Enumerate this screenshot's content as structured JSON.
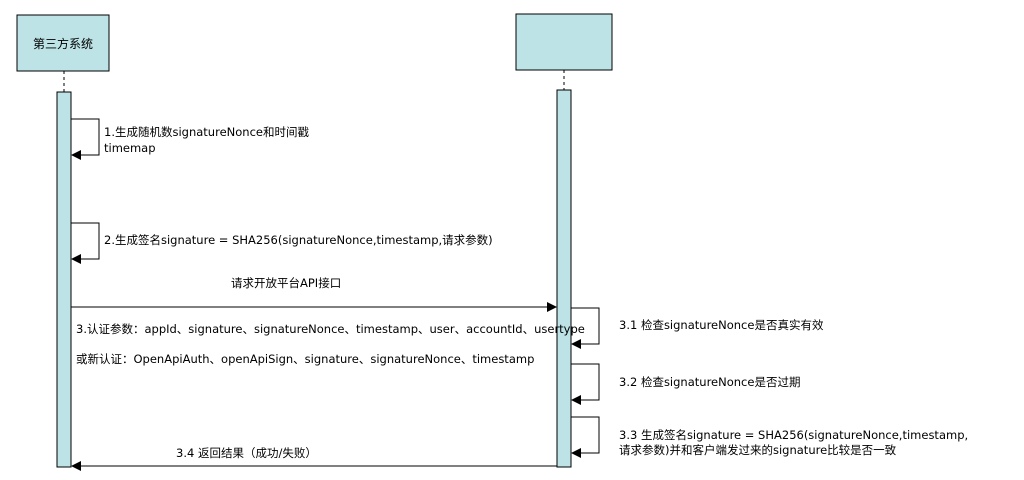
{
  "participants": [
    {
      "name": "第三方系统"
    },
    {
      "name": ""
    }
  ],
  "colors": {
    "box_fill": "#bde3e6",
    "activation_fill": "#bde3e6",
    "stroke": "#000000"
  },
  "messages": [
    {
      "id": "m1",
      "type": "self",
      "lines": [
        "1.生成随机数signatureNonce和时间戳",
        "timemap"
      ]
    },
    {
      "id": "m2",
      "type": "self",
      "lines": [
        "2.生成签名signature = SHA256(signatureNonce,timestamp,请求参数)"
      ]
    },
    {
      "id": "m3",
      "type": "call",
      "label": "请求开放平台API接口"
    },
    {
      "id": "m3note",
      "type": "note",
      "lines": [
        "3.认证参数：appId、signature、signatureNonce、timestamp、user、accountId、usertype",
        "或新认证：OpenApiAuth、openApiSign、signature、signatureNonce、timestamp"
      ]
    },
    {
      "id": "m31",
      "type": "self",
      "lines": [
        "3.1 检查signatureNonce是否真实有效"
      ]
    },
    {
      "id": "m32",
      "type": "self",
      "lines": [
        "3.2 检查signatureNonce是否过期"
      ]
    },
    {
      "id": "m33",
      "type": "self",
      "lines": [
        "3.3 生成签名signature = SHA256(signatureNonce,timestamp,",
        "请求参数)并和客户端发过来的signature比较是否一致"
      ]
    },
    {
      "id": "m34",
      "type": "return",
      "label": "3.4 返回结果（成功/失败）"
    }
  ]
}
